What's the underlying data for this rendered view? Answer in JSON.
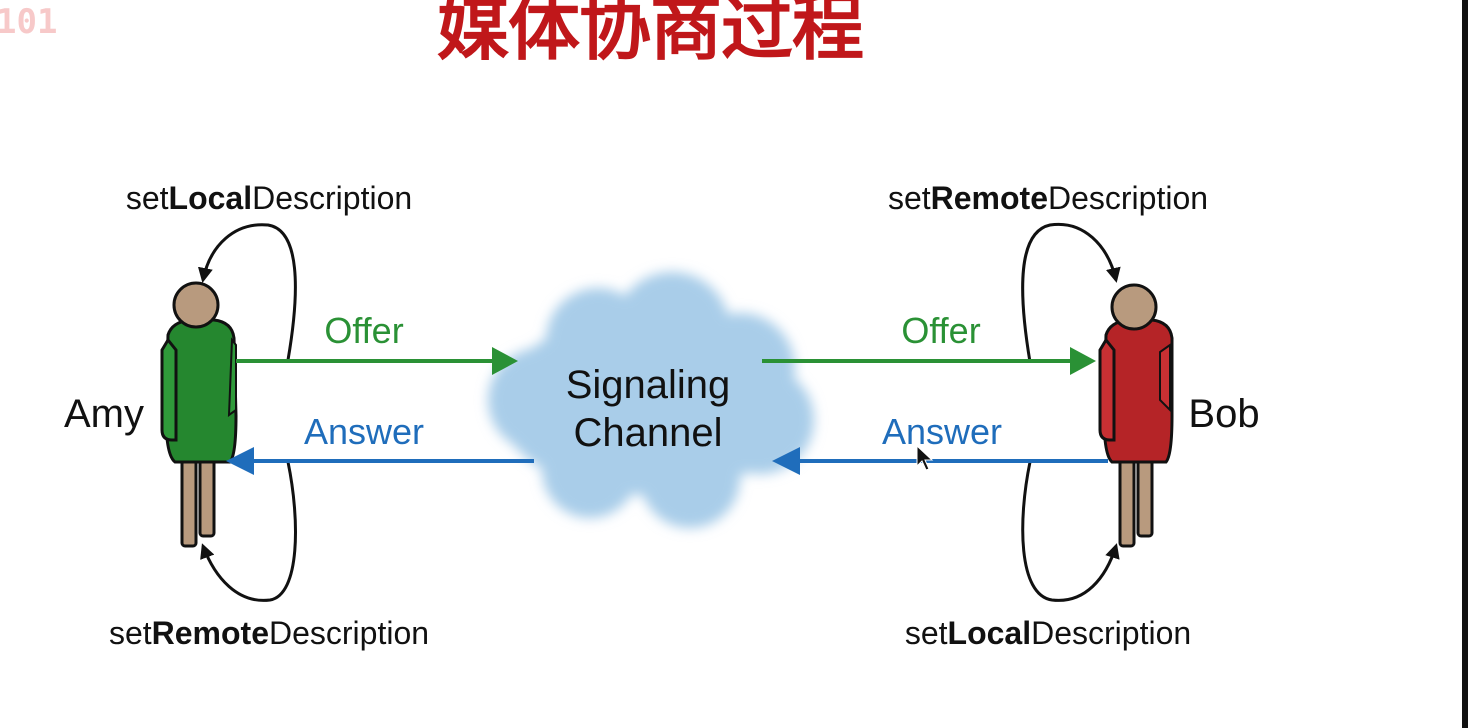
{
  "watermark": "101",
  "title": "媒体协商过程",
  "amy": {
    "name": "Amy",
    "top_label": {
      "pre": "set",
      "bold": "Local",
      "post": "Description"
    },
    "bottom_label": {
      "pre": "set",
      "bold": "Remote",
      "post": "Description"
    }
  },
  "bob": {
    "name": "Bob",
    "top_label": {
      "pre": "set",
      "bold": "Remote",
      "post": "Description"
    },
    "bottom_label": {
      "pre": "set",
      "bold": "Local",
      "post": "Description"
    }
  },
  "cloud": {
    "line1": "Signaling",
    "line2": "Channel"
  },
  "offer_left": "Offer",
  "answer_left": "Answer",
  "offer_right": "Offer",
  "answer_right": "Answer",
  "colors": {
    "offer": "#2a9135",
    "answer": "#1f6dbb",
    "amy_body": "#25872f",
    "bob_body": "#b52427",
    "skin": "#b89a7e",
    "cloud": "#a9cde9",
    "title": "#c0171a"
  }
}
